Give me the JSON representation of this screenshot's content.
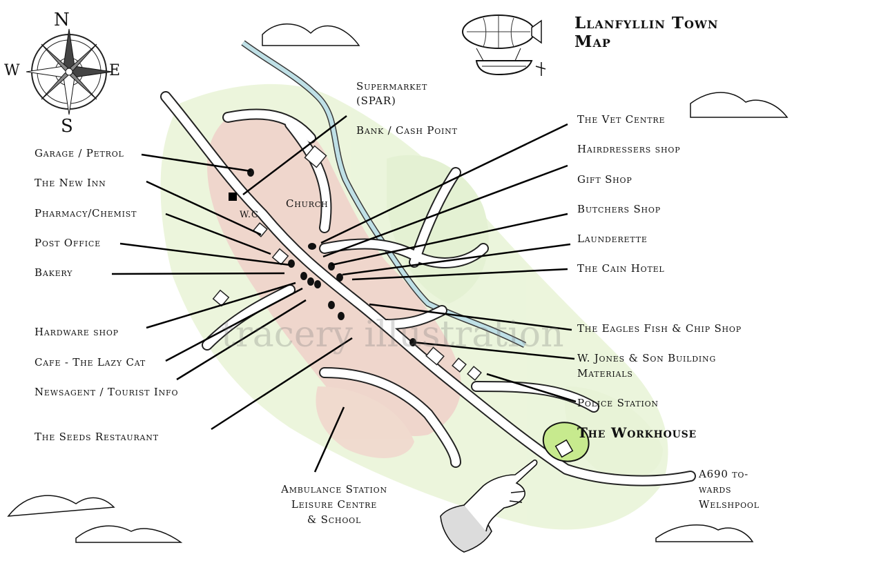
{
  "title": {
    "line1": "Llanfyllin Town",
    "line2": "Map"
  },
  "compass": {
    "n": "N",
    "s": "S",
    "e": "E",
    "w": "W"
  },
  "map_labels": {
    "church": "Church",
    "wc": "W.C"
  },
  "watermark": "tracery illustration",
  "labels_left": {
    "garage": "Garage / Petrol",
    "new_inn": "The New Inn",
    "pharmacy": "Pharmacy/Chemist",
    "post_office": "Post Office",
    "bakery": "Bakery",
    "hardware": "Hardware shop",
    "cafe": "Cafe - The Lazy Cat",
    "newsagent": "Newsagent / Tourist Info",
    "seeds": "The Seeds Restaurant"
  },
  "labels_top": {
    "supermarket_1": "Supermarket",
    "supermarket_2": "(SPAR)",
    "bank": "Bank / Cash Point"
  },
  "labels_right": {
    "vet": "The Vet Centre",
    "hairdressers": "Hairdressers shop",
    "gift": "Gift Shop",
    "butchers": "Butchers Shop",
    "launderette": "Launderette",
    "cain": "The Cain Hotel",
    "eagles": "The Eagles Fish & Chip Shop",
    "jones_1": "W. Jones & Son Building",
    "jones_2": "Materials",
    "police": "Police Station",
    "workhouse": "The Workhouse"
  },
  "labels_bottom": {
    "ambulance_1": "Ambulance Station",
    "ambulance_2": "Leisure Centre",
    "ambulance_3": "& School",
    "a690_1": "A690 to-",
    "a690_2": "wards",
    "a690_3": "Welshpool"
  }
}
